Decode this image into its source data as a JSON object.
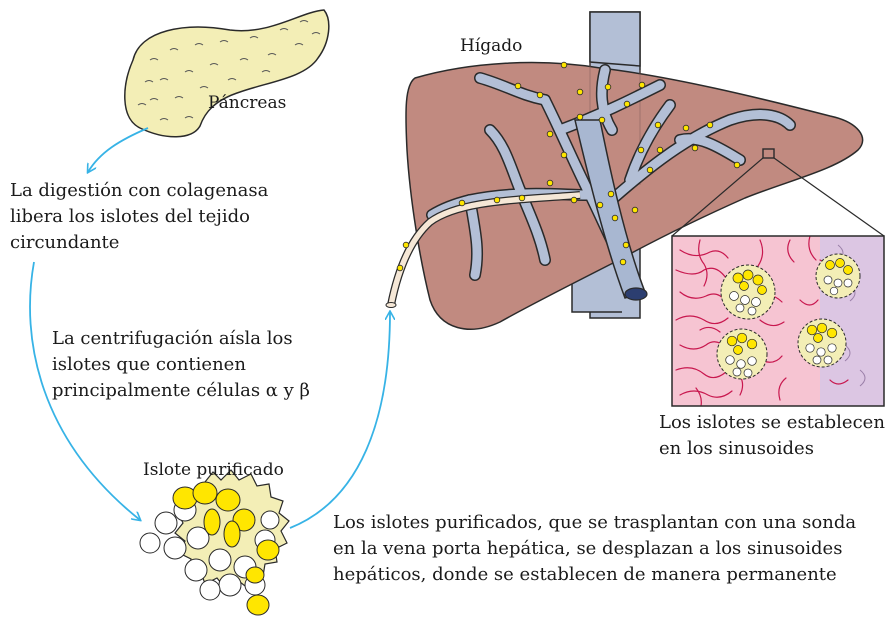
{
  "labels": {
    "pancreas": "Páncreas",
    "liver": "Hígado",
    "purified_islet": "Islote purificado"
  },
  "steps": {
    "digestion": [
      "La digestión con colagenasa",
      "libera los islotes del tejido",
      "circundante"
    ],
    "centrifugation": [
      "La centrifugación aísla los",
      "islotes que contienen",
      "principalmente células α y β"
    ],
    "transplant": [
      "Los islotes purificados, que se trasplantan con una sonda",
      "en la vena porta hepática, se desplazan a los sinusoides",
      "hepáticos, donde se establecen de manera permanente"
    ],
    "establish": [
      "Los islotes se establecen",
      "en los sinusoides"
    ]
  },
  "colors": {
    "pancreas_fill": "#f3eeb6",
    "liver_fill": "#c18a80",
    "vein_fill": "#b3bfd6",
    "portal_fill": "#a8b7d1",
    "arrow": "#37b3e6",
    "islet_alpha": "#ffe600",
    "islet_beta": "#ffffff",
    "sinusoid_bg": "#f6c4d2",
    "sinusoid_side": "#dcc6e3"
  }
}
